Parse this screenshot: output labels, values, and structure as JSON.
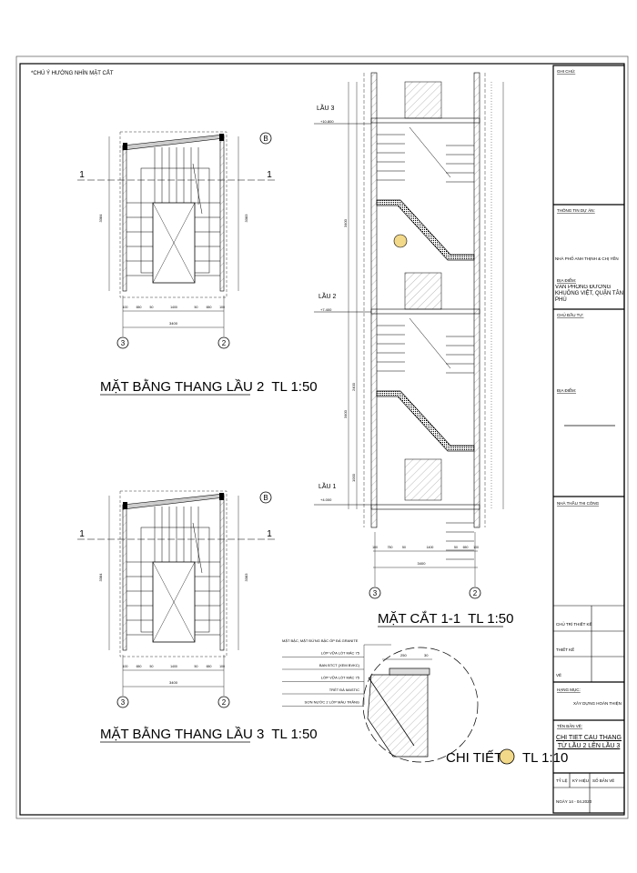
{
  "note": "*CHÚ Ý HƯỚNG NHÌN MẶT CẮT",
  "plans": [
    {
      "title": "MẶT BẰNG THANG LẦU 2",
      "scale": "TL 1:50"
    },
    {
      "title": "MẶT BẰNG THANG LẦU 3",
      "scale": "TL 1:50"
    }
  ],
  "plan_dims": {
    "bottom": [
      "100",
      "650",
      "50",
      "1400",
      "50",
      "650",
      "100"
    ],
    "total": "3400",
    "left_total": "3384",
    "right_total": "3383",
    "section_mark": "1",
    "grid_left": "3",
    "grid_right": "2",
    "grid_top": "B"
  },
  "section": {
    "title": "MẶT CẮT 1-1",
    "scale": "TL 1:50",
    "levels": [
      {
        "name": "LẦU 3",
        "elev": "+10.800"
      },
      {
        "name": "LẦU 2",
        "elev": "+7.400"
      },
      {
        "name": "LẦU 1",
        "elev": "+4.000"
      }
    ],
    "dims_bottom": [
      "100",
      "750",
      "50",
      "1400",
      "50",
      "650",
      "100"
    ],
    "total": "3400",
    "vertical": [
      "3400",
      "3400",
      "2400",
      "1000"
    ],
    "grid_left": "3",
    "grid_right": "2"
  },
  "detail": {
    "title": "CHI TIẾT",
    "scale": "TL 1:10",
    "labels": [
      "MẶT BẬC, MẶT ĐỨNG BẬC ỐP ĐÁ GRANITE",
      "LỚP VỮA LÓT MÁC 75",
      "BAN BTCT (XEM BVKC)",
      "LỚP VỮA LÓT MÁC 75",
      "TRÉT ĐÁ MASTIC",
      "SƠN NƯỚC 2 LỚP MÀU TRẮNG"
    ],
    "dims": [
      "250",
      "30"
    ]
  },
  "title_block": {
    "notes_label": "GHI CHÚ:",
    "project_label": "THÔNG TIN DỰ ÁN:",
    "project_name": "NHÀ PHỐ ANH THỊNH & CHỊ YẾN",
    "location_label": "ĐỊA ĐIỂM:",
    "location": "VĂN PHÒNG ĐƯỜNG KHUÔNG VIỆT, QUẬN TÂN PHÚ",
    "owner_label": "CHỦ ĐẦU TƯ:",
    "owner_location_label": "ĐỊA ĐIỂM:",
    "contractor_label": "NHÀ THẦU THI CÔNG",
    "roles": [
      "CHỦ TRÌ THIẾT KẾ",
      "THIẾT KẾ",
      "VẼ"
    ],
    "category_label": "HẠNG MỤC:",
    "category": "XÂY DỰNG HOÀN THIỆN",
    "drawing_label": "TÊN BẢN VẼ:",
    "drawing_name": "CHI TIẾT CẦU THANG TỪ LẦU 2 LÊN LẦU 3",
    "scale_label": "TỶ LỆ",
    "code_label": "KÝ HIỆU",
    "sheet_label": "SỐ BẢN VẼ",
    "date": "NGÀY 14 - 04.2020"
  }
}
